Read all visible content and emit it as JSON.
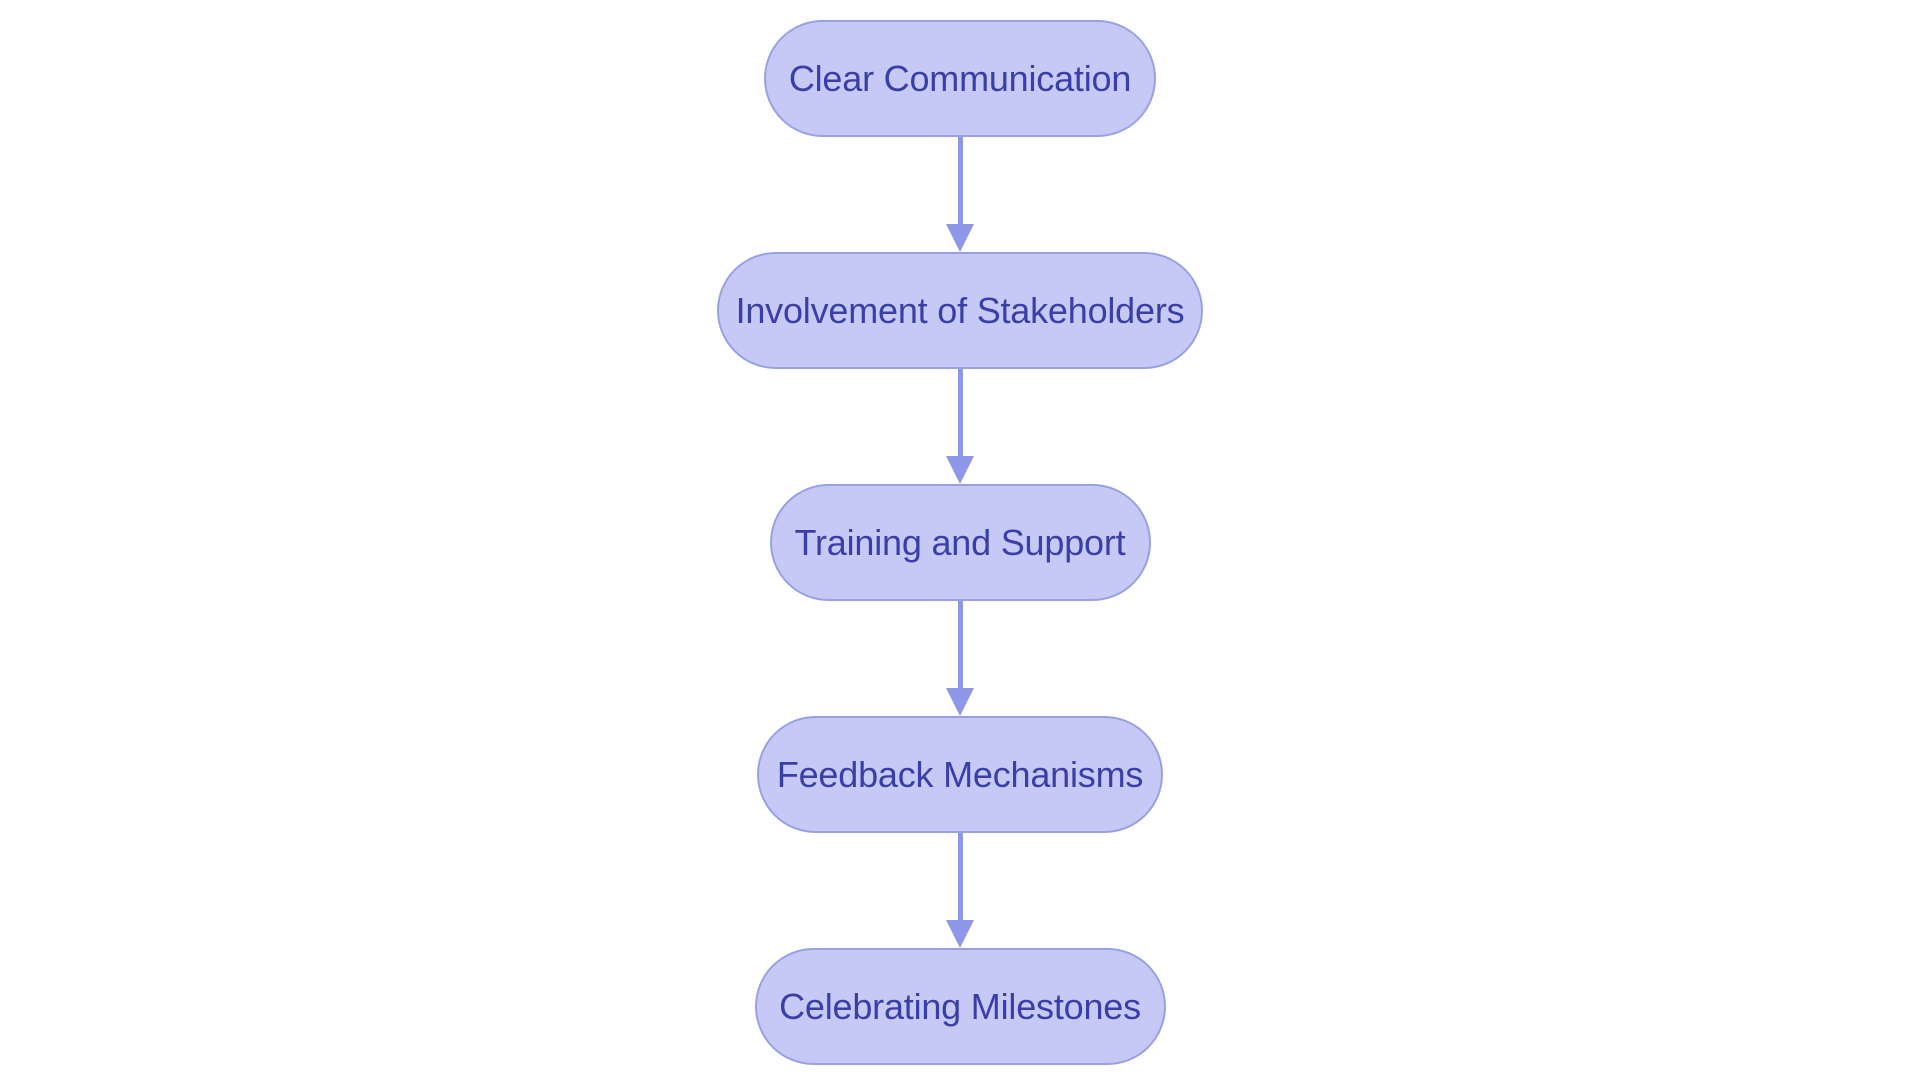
{
  "diagram": {
    "type": "flowchart",
    "direction": "top-down",
    "nodes": [
      {
        "label": "Clear Communication"
      },
      {
        "label": "Involvement of Stakeholders"
      },
      {
        "label": "Training and Support"
      },
      {
        "label": "Feedback Mechanisms"
      },
      {
        "label": "Celebrating Milestones"
      }
    ],
    "edges": [
      {
        "from": "Clear Communication",
        "to": "Involvement of Stakeholders"
      },
      {
        "from": "Involvement of Stakeholders",
        "to": "Training and Support"
      },
      {
        "from": "Training and Support",
        "to": "Feedback Mechanisms"
      },
      {
        "from": "Feedback Mechanisms",
        "to": "Celebrating Milestones"
      }
    ]
  },
  "colors": {
    "canvas_bg": "#ffffff",
    "node_fill": "#c6c9f6",
    "node_border": "#9aa1e2",
    "node_text": "#3a3fa8",
    "arrow": "#8e96e8"
  }
}
